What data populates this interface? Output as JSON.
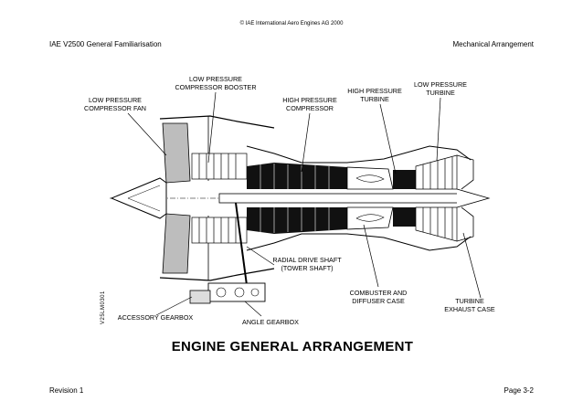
{
  "header": {
    "copyright": "© IAE International Aero Engines AG 2000",
    "left": "IAE V2500 General Familiarisation",
    "right": "Mechanical Arrangement"
  },
  "footer": {
    "left": "Revision 1",
    "right": "Page 3-2"
  },
  "figure": {
    "code": "V25LM0301",
    "title": "ENGINE GENERAL ARRANGEMENT",
    "labels": {
      "lp_fan": [
        "LOW PRESSURE",
        "COMPRESSOR FAN"
      ],
      "lp_booster": [
        "LOW PRESSURE",
        "COMPRESSOR BOOSTER"
      ],
      "hp_compressor": [
        "HIGH PRESSURE",
        "COMPRESSOR"
      ],
      "hp_turbine": [
        "HIGH PRESSURE",
        "TURBINE"
      ],
      "lp_turbine": [
        "LOW PRESSURE",
        "TURBINE"
      ],
      "radial_shaft": [
        "RADIAL DRIVE SHAFT",
        "(TOWER SHAFT)"
      ],
      "accessory_gearbox": [
        "ACCESSORY GEARBOX"
      ],
      "angle_gearbox": [
        "ANGLE GEARBOX"
      ],
      "combuster": [
        "COMBUSTER AND",
        "DIFFUSER CASE"
      ],
      "turbine_exhaust": [
        "TURBINE",
        "EXHAUST CASE"
      ]
    }
  }
}
